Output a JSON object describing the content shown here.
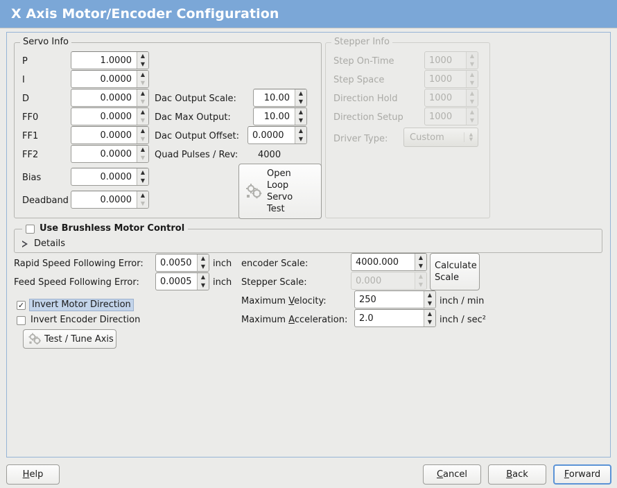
{
  "window": {
    "title": "X Axis Motor/Encoder Configuration",
    "title_bg": "#7ba7d7",
    "body_bg": "#ebebe9",
    "accent": "#5b93d6"
  },
  "servo_info": {
    "legend": "Servo Info",
    "fields": [
      {
        "label": "P",
        "value": "1.0000",
        "up": "normal",
        "down": "normal"
      },
      {
        "label": "I",
        "value": "0.0000",
        "up": "normal",
        "down": "dim"
      },
      {
        "label": "D",
        "value": "0.0000",
        "up": "normal",
        "down": "dim"
      },
      {
        "label": "FF0",
        "value": "0.0000",
        "up": "normal",
        "down": "dim"
      },
      {
        "label": "FF1",
        "value": "0.0000",
        "up": "normal",
        "down": "dim"
      },
      {
        "label": "FF2",
        "value": "0.0000",
        "up": "normal",
        "down": "dim"
      },
      {
        "label": "Bias",
        "value": "0.0000",
        "up": "normal",
        "down": "normal"
      },
      {
        "label": "Deadband",
        "value": "0.0000",
        "up": "normal",
        "down": "dim"
      }
    ],
    "dac": [
      {
        "label": "Dac Output Scale:",
        "value": "10.00"
      },
      {
        "label": "Dac Max Output:",
        "value": "10.00"
      },
      {
        "label": "Dac Output Offset:",
        "value": "0.0000"
      }
    ],
    "quad_pulses_label": "Quad Pulses / Rev:",
    "quad_pulses_value": "4000",
    "open_loop_button": "Open\nLoop\nServo\nTest",
    "open_loop_lines": [
      "Open",
      "Loop",
      "Servo",
      "Test"
    ]
  },
  "stepper_info": {
    "legend": "Stepper Info",
    "enabled": false,
    "fields": [
      {
        "label": "Step On-Time",
        "value": "1000"
      },
      {
        "label": "Step Space",
        "value": "1000"
      },
      {
        "label": "Direction Hold",
        "value": "1000"
      },
      {
        "label": "Direction Setup",
        "value": "1000"
      }
    ],
    "driver_type_label": "Driver Type:",
    "driver_type_value": "Custom"
  },
  "brushless": {
    "checkbox_label": "Use Brushless Motor Control",
    "checked": false,
    "details_label": "Details",
    "details_expanded": false
  },
  "errors": {
    "rapid_label": "Rapid Speed Following Error:",
    "rapid_value": "0.0050",
    "rapid_unit": "inch",
    "feed_label": "Feed Speed Following Error:",
    "feed_value": "0.0005",
    "feed_unit": "inch"
  },
  "direction": {
    "invert_motor_label": "Invert Motor Direction",
    "invert_motor_checked": true,
    "invert_motor_focused": true,
    "invert_encoder_label": "Invert Encoder Direction",
    "invert_encoder_checked": false,
    "test_tune_button": "Test / Tune Axis"
  },
  "scale": {
    "encoder_label": "encoder Scale:",
    "encoder_value": "4000.000",
    "stepper_label": "Stepper Scale:",
    "stepper_value": "0.000",
    "stepper_enabled": false,
    "calculate_line1": "Calculate",
    "calculate_line2": "Scale",
    "max_velocity_label_pre": "Maximum ",
    "max_velocity_label_mnemonic": "V",
    "max_velocity_label_post": "elocity:",
    "max_velocity_value": "250",
    "max_velocity_unit": "inch / min",
    "max_accel_label_pre": "Maximum ",
    "max_accel_label_mnemonic": "A",
    "max_accel_label_post": "cceleration:",
    "max_accel_value": "2.0",
    "max_accel_unit": "inch / sec²"
  },
  "footer": {
    "help_mnemonic": "H",
    "help_rest": "elp",
    "cancel_mnemonic": "C",
    "cancel_rest": "ancel",
    "back_mnemonic": "B",
    "back_rest": "ack",
    "forward_mnemonic": "F",
    "forward_rest": "orward",
    "forward_focused": true
  }
}
